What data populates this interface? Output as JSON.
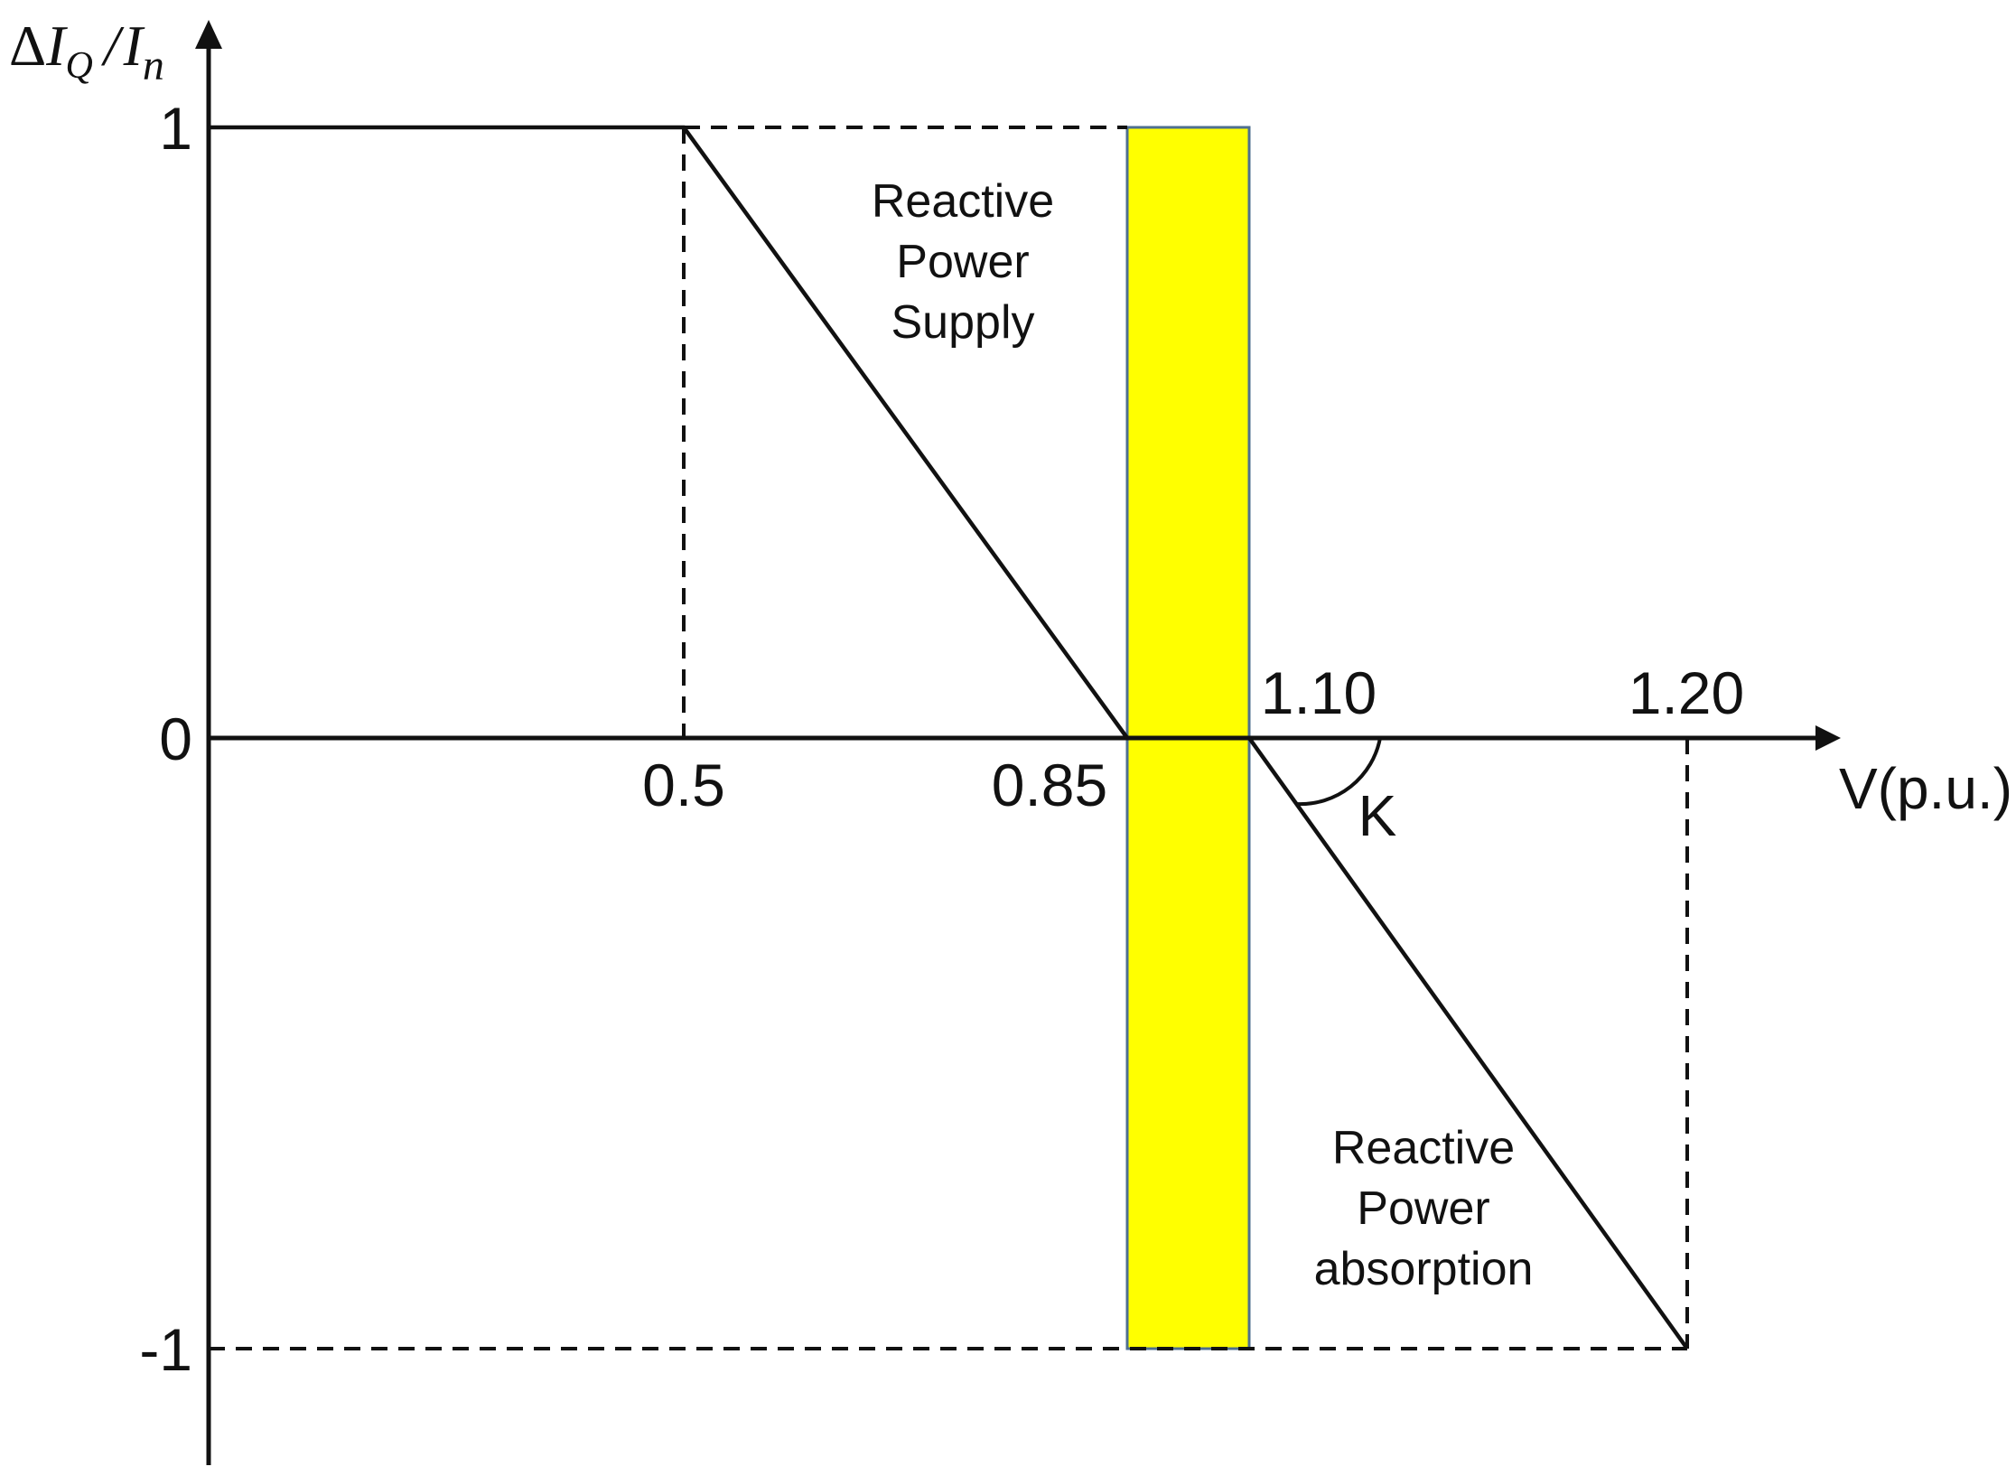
{
  "chart_data": {
    "type": "line",
    "title": "",
    "ylabel": {
      "delta": "Δ",
      "numerator": "I",
      "numerator_sub": "Q",
      "slash": "/",
      "denominator": "I",
      "denominator_sub": "n"
    },
    "xlabel": "V(p.u.)",
    "x_ticks": [
      {
        "value": 0.5,
        "label": "0.5"
      },
      {
        "value": 0.85,
        "label": "0.85"
      },
      {
        "value": 1.1,
        "label": "1.10"
      },
      {
        "value": 1.2,
        "label": "1.20"
      }
    ],
    "y_ticks": [
      {
        "value": 1,
        "label": "1"
      },
      {
        "value": 0,
        "label": "0"
      },
      {
        "value": -1,
        "label": "-1"
      }
    ],
    "series": [
      {
        "x": [
          0,
          0.5,
          0.85
        ],
        "y": [
          1,
          1,
          0
        ]
      },
      {
        "x": [
          1.1,
          1.2
        ],
        "y": [
          0,
          -1
        ]
      }
    ],
    "deadband": {
      "x_start": 0.85,
      "x_end": 1.1,
      "y_min": -1,
      "y_max": 1,
      "color": "#ffff00",
      "border": "#4f6f8f"
    },
    "slope_label": "K",
    "regions": [
      {
        "name": "supply",
        "lines": [
          "Reactive",
          "Power",
          "Supply"
        ]
      },
      {
        "name": "absorption",
        "lines": [
          "Reactive",
          "Power",
          "absorption"
        ]
      }
    ],
    "colors": {
      "line": "#111111",
      "background": "#ffffff"
    }
  }
}
